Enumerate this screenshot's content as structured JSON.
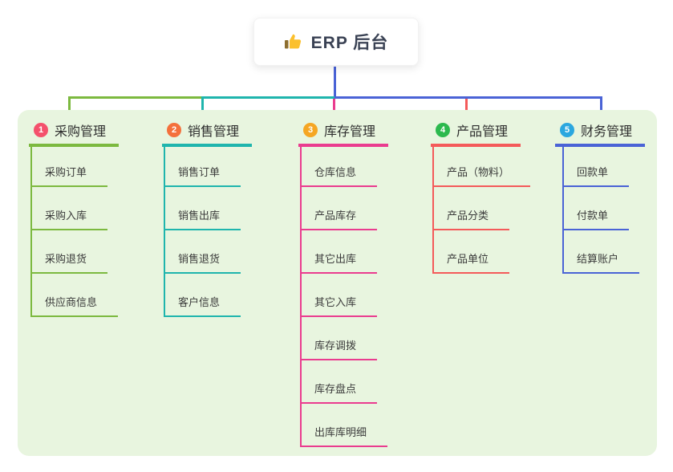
{
  "root": {
    "title": "ERP 后台",
    "icon": "thumbs-up-icon"
  },
  "colors": {
    "panel_background": "#e8f5df",
    "root_connector": "#4a63d6",
    "branch_line_colors": [
      "#7cb93f",
      "#1fb5ad",
      "#ea3c8f",
      "#f45a5a",
      "#4a63d6"
    ],
    "badge_colors": [
      "#f4516c",
      "#f4703b",
      "#f5a623",
      "#2cb94e",
      "#2ba7df"
    ]
  },
  "branches": [
    {
      "number": "1",
      "label": "采购管理",
      "badge_color": "#f4516c",
      "line_color": "#7cb93f",
      "children": [
        "采购订单",
        "采购入库",
        "采购退货",
        "供应商信息"
      ]
    },
    {
      "number": "2",
      "label": "销售管理",
      "badge_color": "#f4703b",
      "line_color": "#1fb5ad",
      "children": [
        "销售订单",
        "销售出库",
        "销售退货",
        "客户信息"
      ]
    },
    {
      "number": "3",
      "label": "库存管理",
      "badge_color": "#f5a623",
      "line_color": "#ea3c8f",
      "children": [
        "仓库信息",
        "产品库存",
        "其它出库",
        "其它入库",
        "库存调拨",
        "库存盘点",
        "出库库明细"
      ]
    },
    {
      "number": "4",
      "label": "产品管理",
      "badge_color": "#2cb94e",
      "line_color": "#f45a5a",
      "children": [
        "产品（物料）",
        "产品分类",
        "产品单位"
      ]
    },
    {
      "number": "5",
      "label": "财务管理",
      "badge_color": "#2ba7df",
      "line_color": "#4a63d6",
      "children": [
        "回款单",
        "付款单",
        "结算账户"
      ]
    }
  ]
}
